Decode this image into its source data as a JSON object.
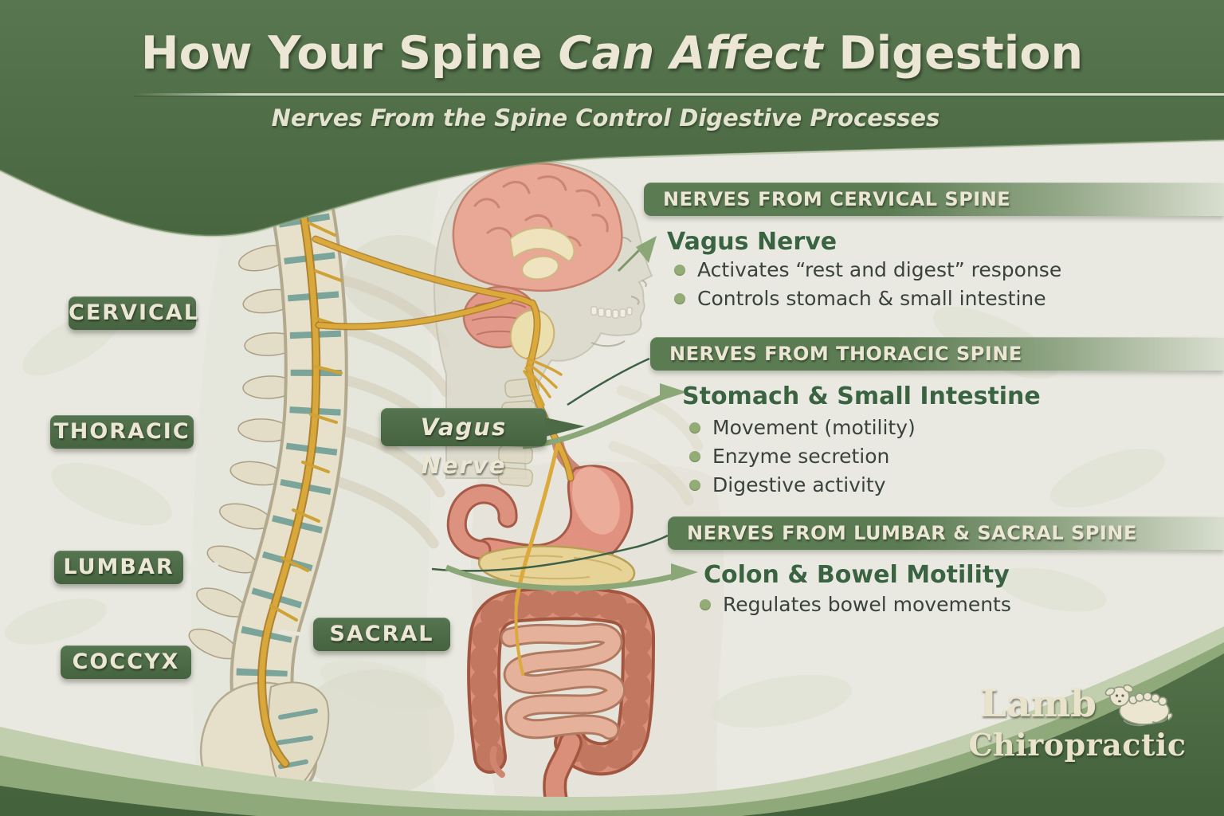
{
  "header": {
    "title_part1": "How Your Spine ",
    "title_part2": "Can Affect",
    "title_part3": " Digestion",
    "subtitle": "Nerves From the Spine Control Digestive Processes"
  },
  "spine_labels": {
    "cervical": "CERVICAL",
    "thoracic": "THORACIC",
    "lumbar": "LUMBAR",
    "sacral": "SACRAL",
    "coccyx": "COCCYX"
  },
  "vagus_tag": "Vagus Nerve",
  "sections": [
    {
      "bar": "NERVES FROM CERVICAL SPINE",
      "heading": "Vagus Nerve",
      "bullets": [
        "Activates “rest and digest” response",
        "Controls stomach & small intestine"
      ]
    },
    {
      "bar": "NERVES FROM THORACIC SPINE",
      "heading": "Stomach & Small Intestine",
      "bullets": [
        "Movement (motility)",
        "Enzyme secretion",
        "Digestive activity"
      ]
    },
    {
      "bar": "NERVES FROM LUMBAR & SACRAL SPINE",
      "heading": "Colon & Bowel Motility",
      "bullets": [
        "Regulates bowel movements"
      ]
    }
  ],
  "logo": {
    "name_line1": "Lamb",
    "name_line2": "Chiropractic"
  },
  "icons": {
    "lamb": "lamb-icon",
    "section_arrow": "arrow-right-icon",
    "vagus_arrow": "arrow-up-right-icon",
    "bullet": "bullet-dot-icon",
    "leader_dot": "leader-dot-icon"
  },
  "colors": {
    "header_green": "#50704a",
    "bar_green": "#5a7a52",
    "label_green": "#4d6b46",
    "heading_green": "#3a6342",
    "sage": "#93ab74",
    "cream": "#ece7d4",
    "nerve_yellow": "#dfae3e",
    "organ_pink": "#dd9180",
    "bone": "#e7e1cc",
    "wave_dark": "#4b6a44",
    "body_text": "#39423c"
  }
}
